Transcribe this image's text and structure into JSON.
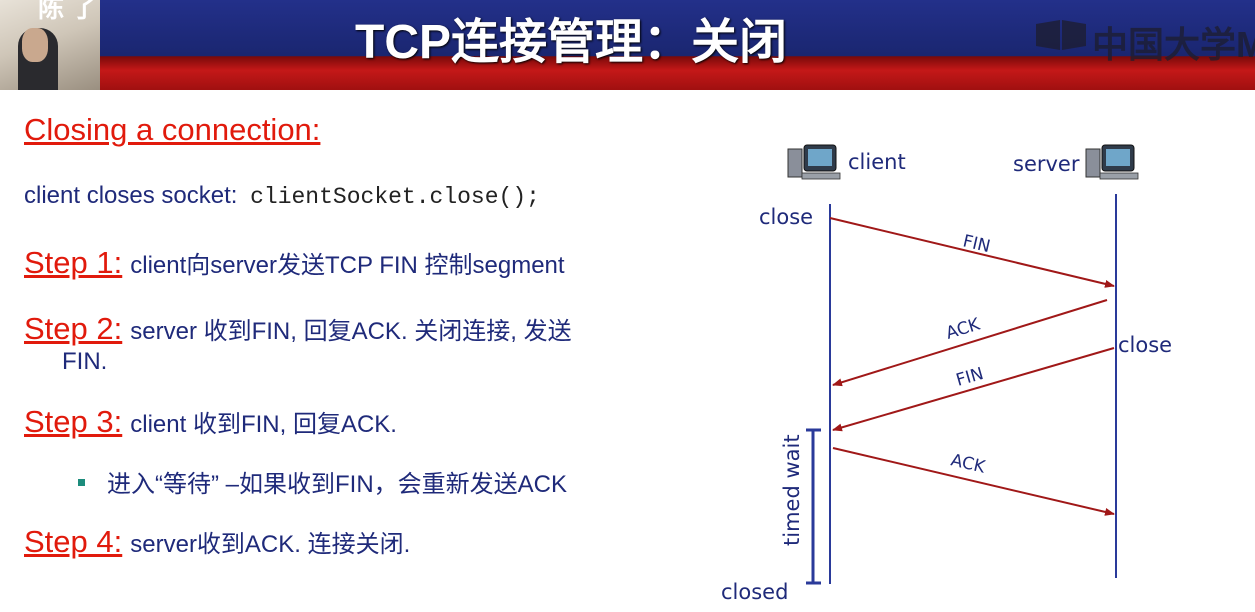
{
  "header": {
    "presenter_name": "陈 了",
    "title": "TCP连接管理：关闭",
    "logo_text": "中国大学M"
  },
  "content": {
    "heading": "Closing a connection:",
    "client_closes_text": "client closes socket:",
    "client_closes_code": "clientSocket.close();",
    "steps": [
      {
        "label": "Step 1:",
        "text": "client向server发送TCP FIN 控制segment"
      },
      {
        "label": "Step 2:",
        "text": "server 收到FIN, 回复ACK. 关闭连接, 发送",
        "continuation": "FIN."
      },
      {
        "label": "Step 3:",
        "text": "client 收到FIN, 回复ACK."
      },
      {
        "label": "Step 4:",
        "text": "server收到ACK. 连接关闭."
      }
    ],
    "bullet": "进入“等待” –如果收到FIN，会重新发送ACK"
  },
  "diagram": {
    "client_label": "client",
    "server_label": "server",
    "client_close": "close",
    "server_close": "close",
    "timed_wait": "timed wait",
    "closed": "closed",
    "messages": [
      "FIN",
      "ACK",
      "FIN",
      "ACK"
    ],
    "colors": {
      "arrow": "#a01818",
      "timeline": "#2a3a9a",
      "label": "#1f2a7a"
    }
  }
}
